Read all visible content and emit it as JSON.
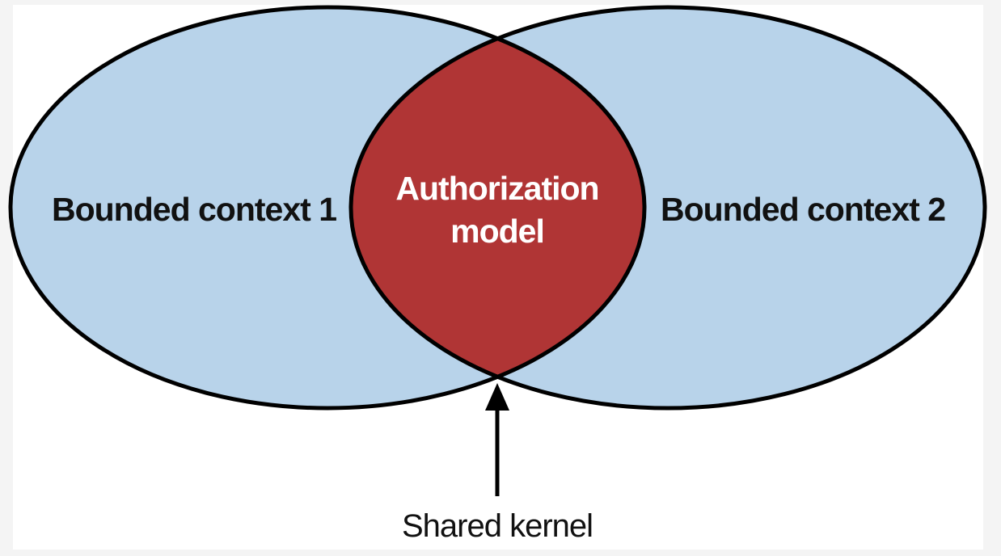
{
  "diagram": {
    "left_context_label": "Bounded context 1",
    "right_context_label": "Bounded context 2",
    "overlap_label_line1": "Authorization",
    "overlap_label_line2": "model",
    "arrow_caption": "Shared kernel"
  },
  "colors": {
    "context_fill": "#b8d3ea",
    "overlap_fill": "#b03535",
    "stroke": "#000000",
    "frame_background": "#f4f4f4",
    "canvas_background": "#ffffff"
  }
}
